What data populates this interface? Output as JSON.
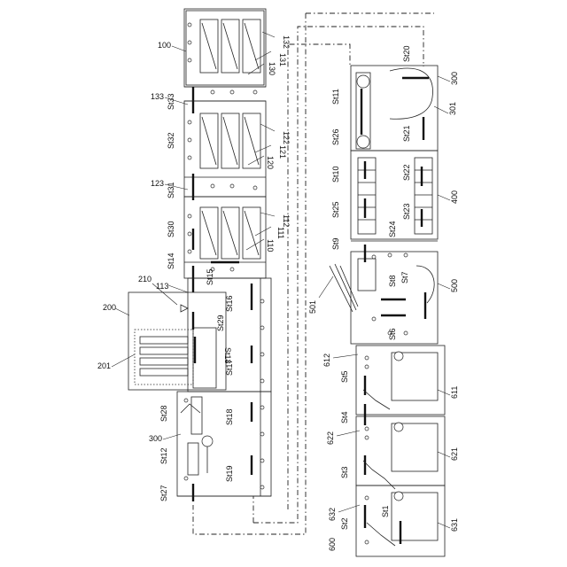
{
  "labels": {
    "n100": "100",
    "n132": "132",
    "n131": "131",
    "n130": "130",
    "n133": "133",
    "n122": "122",
    "n121": "121",
    "n120": "120",
    "n123": "123",
    "n112": "112",
    "n111": "111",
    "n110": "110",
    "n113": "113",
    "n210": "210",
    "n200": "200",
    "n201": "201",
    "n300a": "300",
    "n300b": "300",
    "n301": "301",
    "n400": "400",
    "n500": "500",
    "n501": "501",
    "n612": "612",
    "n611": "611",
    "n622": "622",
    "n621": "621",
    "n632": "632",
    "n631": "631",
    "n600": "600"
  },
  "stations": {
    "st33": "St33",
    "st32": "St32",
    "st31": "St31",
    "st30": "St30",
    "st14": "St14",
    "st15": "St15",
    "st16": "St16",
    "st29": "St29",
    "st13": "St13",
    "st17": "St17",
    "st28": "St28",
    "st18": "St18",
    "st12": "St12",
    "st19": "St19",
    "st27": "St27",
    "st11": "St11",
    "st20": "St20",
    "st26": "St26",
    "st21": "St21",
    "st10": "St10",
    "st22": "St22",
    "st25": "St25",
    "st23": "St23",
    "st9": "St9",
    "st24": "St24",
    "st8": "St8",
    "st7": "St7",
    "st6": "St6",
    "st5": "St5",
    "st4": "St4",
    "st3": "St3",
    "st2": "St2",
    "st1": "St1"
  }
}
